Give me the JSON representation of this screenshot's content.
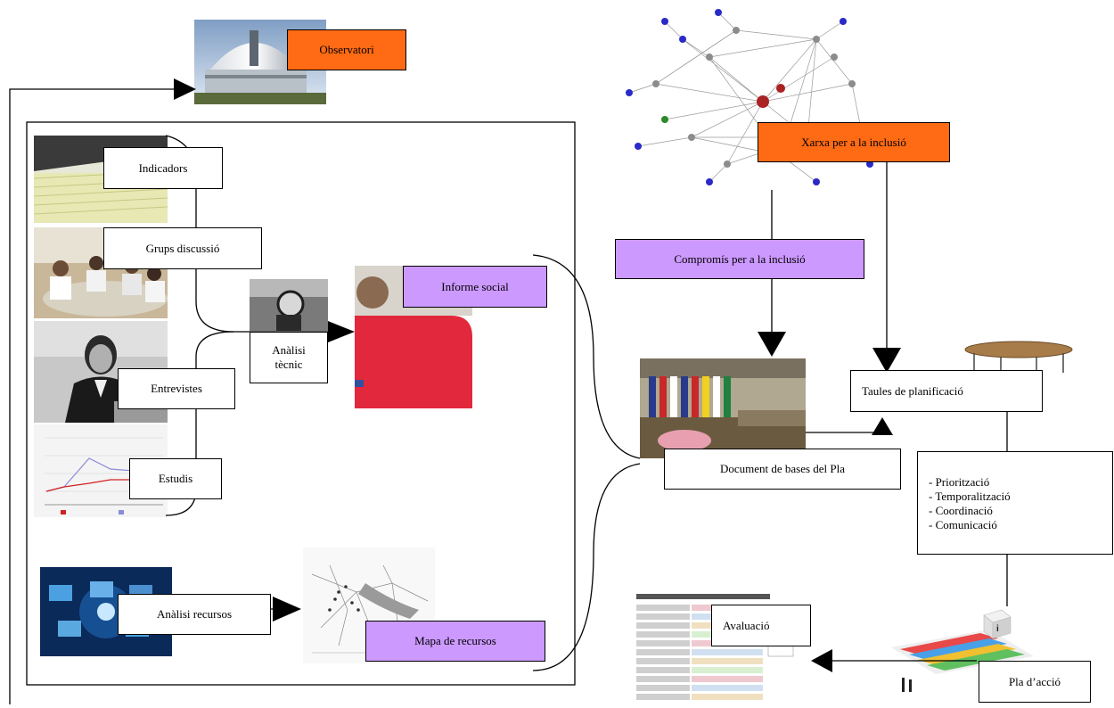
{
  "labels": {
    "observatori": "Observatori",
    "xarxa": "Xarxa per a la inclusió",
    "compromis": "Compromís per a la inclusió",
    "indicadors": "Indicadors",
    "grups": "Grups discussió",
    "entrevistes": "Entrevistes",
    "estudis": "Estudis",
    "analisi_tecnic": "Anàlisi tècnic",
    "informe_social": "Informe social",
    "document": "Document de bases del Pla",
    "taules": "Taules de planificació",
    "analisi_recursos": "Anàlisi recursos",
    "mapa": "Mapa de recursos",
    "avaluacio": "Avaluació",
    "pla": "Pla d’acció"
  },
  "list_items": [
    "- Priorització",
    "- Temporalització",
    "- Coordinació",
    "- Comunicació"
  ],
  "colors": {
    "orange": "#ff6a14",
    "purple": "#cc99ff",
    "line": "#000000"
  }
}
